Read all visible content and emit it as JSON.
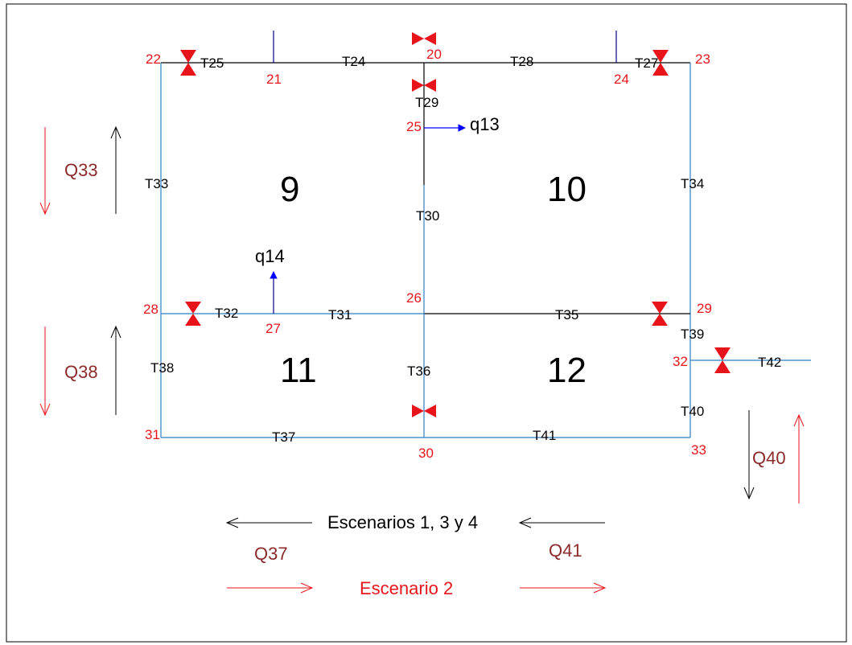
{
  "colors": {
    "node_red": "#e8141b",
    "flow_red": "#e8141b",
    "flow_label_brown": "#8b2a2a",
    "pipe_blue": "#2f7fc1",
    "pipe_black": "#000000",
    "demand_blue": "#0000ff",
    "valve_red": "#e8141b"
  },
  "sectors": [
    "9",
    "10",
    "11",
    "12"
  ],
  "pipes": [
    "T25",
    "T24",
    "T28",
    "T27",
    "T29",
    "T33",
    "T30",
    "T34",
    "T32",
    "T31",
    "T35",
    "T39",
    "T42",
    "T38",
    "T36",
    "T40",
    "T37",
    "T41"
  ],
  "nodes": [
    "20",
    "21",
    "22",
    "23",
    "24",
    "25",
    "26",
    "27",
    "28",
    "29",
    "30",
    "31",
    "32",
    "33"
  ],
  "demands": [
    "q13",
    "q14"
  ],
  "flows": [
    "Q33",
    "Q38",
    "Q40",
    "Q37",
    "Q41"
  ],
  "scenarios": {
    "black": "Escenarios 1, 3 y 4",
    "red": "Escenario 2"
  },
  "icons": [
    "valve-icon",
    "arrow-icon"
  ]
}
